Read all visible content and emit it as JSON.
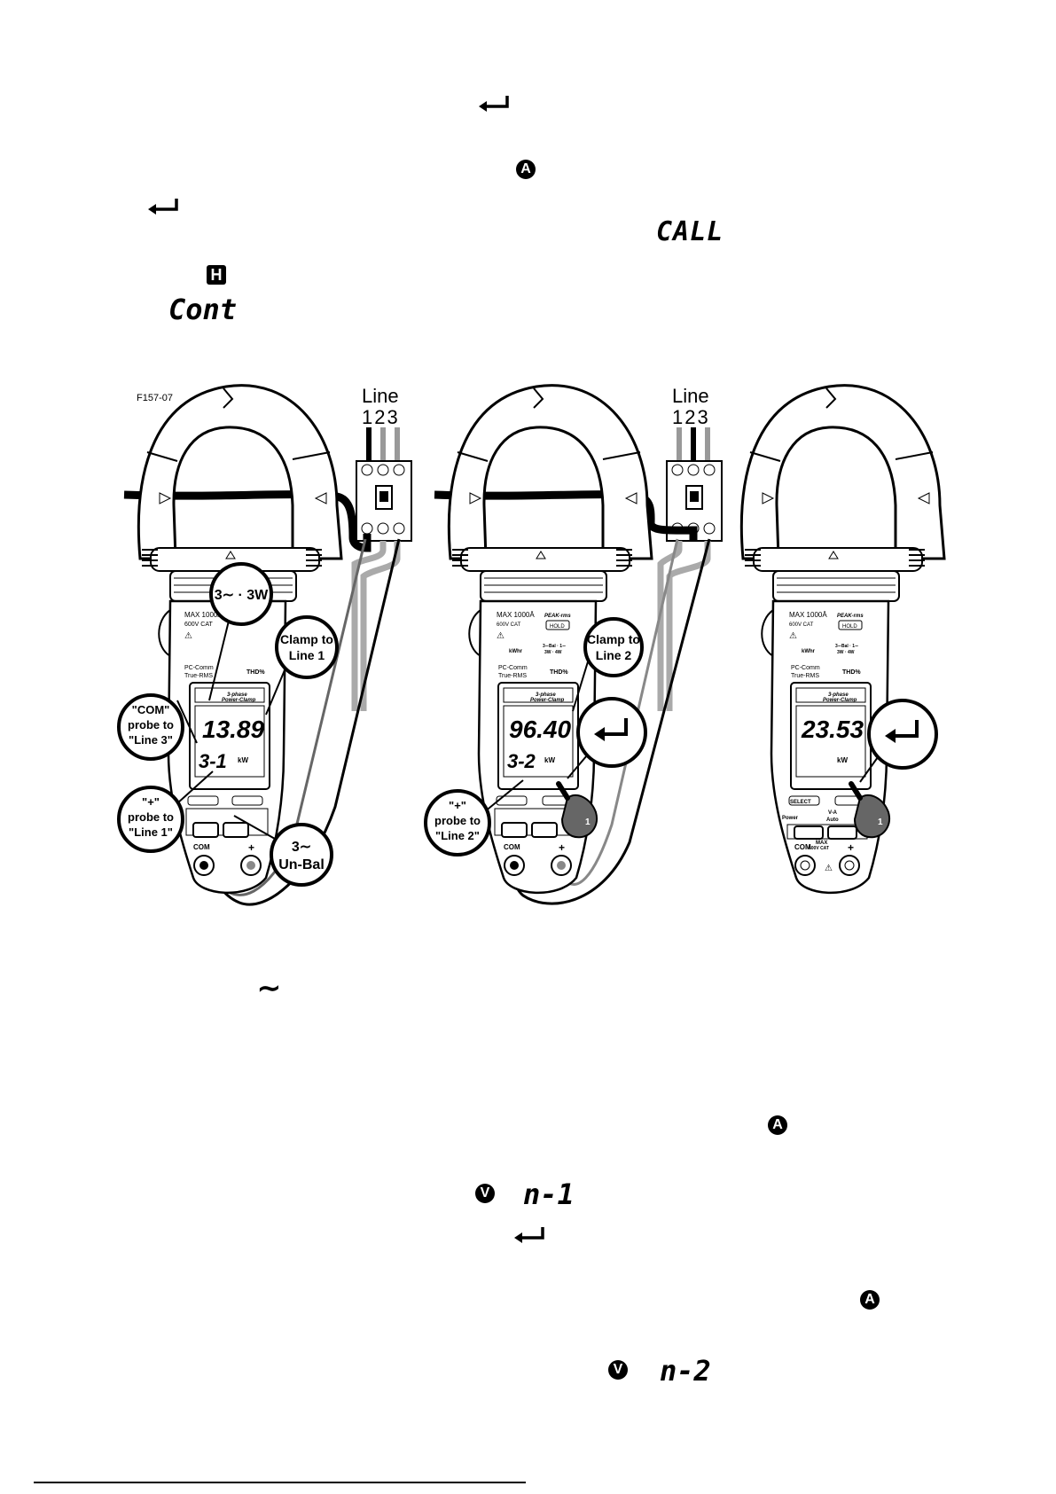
{
  "glyphs": {
    "enter": "enter-icon",
    "amp_button": "A",
    "volt_button": "V",
    "hold_button": "H",
    "ac_symbol": "∼"
  },
  "lcd_words": {
    "call": "CALL",
    "cont": "Cont",
    "n1": "n-1",
    "n2": "n-2"
  },
  "figure": {
    "id": "F157-07",
    "line_label": "Line",
    "line_numbers": "123",
    "meter1": {
      "max": "MAX 1000Ā",
      "rating": "600V CAT",
      "pc_comm": "PC-Comm",
      "true_rms": "True-RMS",
      "thd": "THD%",
      "reading": "13.89",
      "sub": "3-1",
      "unit": "kW",
      "com": "COM",
      "plus": "+",
      "callout_mode": "3∼ · 3W",
      "callout_clamp": [
        "Clamp to",
        "Line 1"
      ],
      "callout_com": [
        "\"COM\"",
        "probe to",
        "\"Line 3\""
      ],
      "callout_plus": [
        "\"+\"",
        "probe to",
        "\"Line 1\""
      ],
      "callout_unbal": [
        "3∼",
        "Un-Bal"
      ]
    },
    "meter2": {
      "max": "MAX 1000Ā",
      "rating": "600V CAT",
      "peak": "PEAK-rms",
      "hold": "HOLD",
      "pc_comm": "PC-Comm",
      "true_rms": "True-RMS",
      "thd": "THD%",
      "kwh": "kWhr",
      "bal": "3∼Bal · 1∼",
      "wire": "3W · 4W",
      "reading": "96.40",
      "sub": "3-2",
      "unit": "kW",
      "com": "COM",
      "plus": "+",
      "callout_clamp": [
        "Clamp to",
        "Line 2"
      ],
      "callout_plus": [
        "\"+\"",
        "probe to",
        "\"Line 2\""
      ],
      "finger_badge": "1"
    },
    "meter3": {
      "max": "MAX 1000Ā",
      "rating": "600V CAT",
      "peak": "PEAK-rms",
      "hold": "HOLD",
      "pc_comm": "PC-Comm",
      "true_rms": "True-RMS",
      "thd": "THD%",
      "kwh": "kWhr",
      "bal": "3∼Bal · 1∼",
      "wire": "3W · 4W",
      "reading": "23.53",
      "unit": "kW",
      "com": "COM",
      "plus": "+",
      "finger_badge": "1"
    },
    "brand": [
      "3-phase",
      "Power-Clamp"
    ],
    "select": "SELECT",
    "power": "Power",
    "va": "V-A",
    "auto": "Auto",
    "max_small": "MAX",
    "max_rating_small": "600V CAT"
  }
}
